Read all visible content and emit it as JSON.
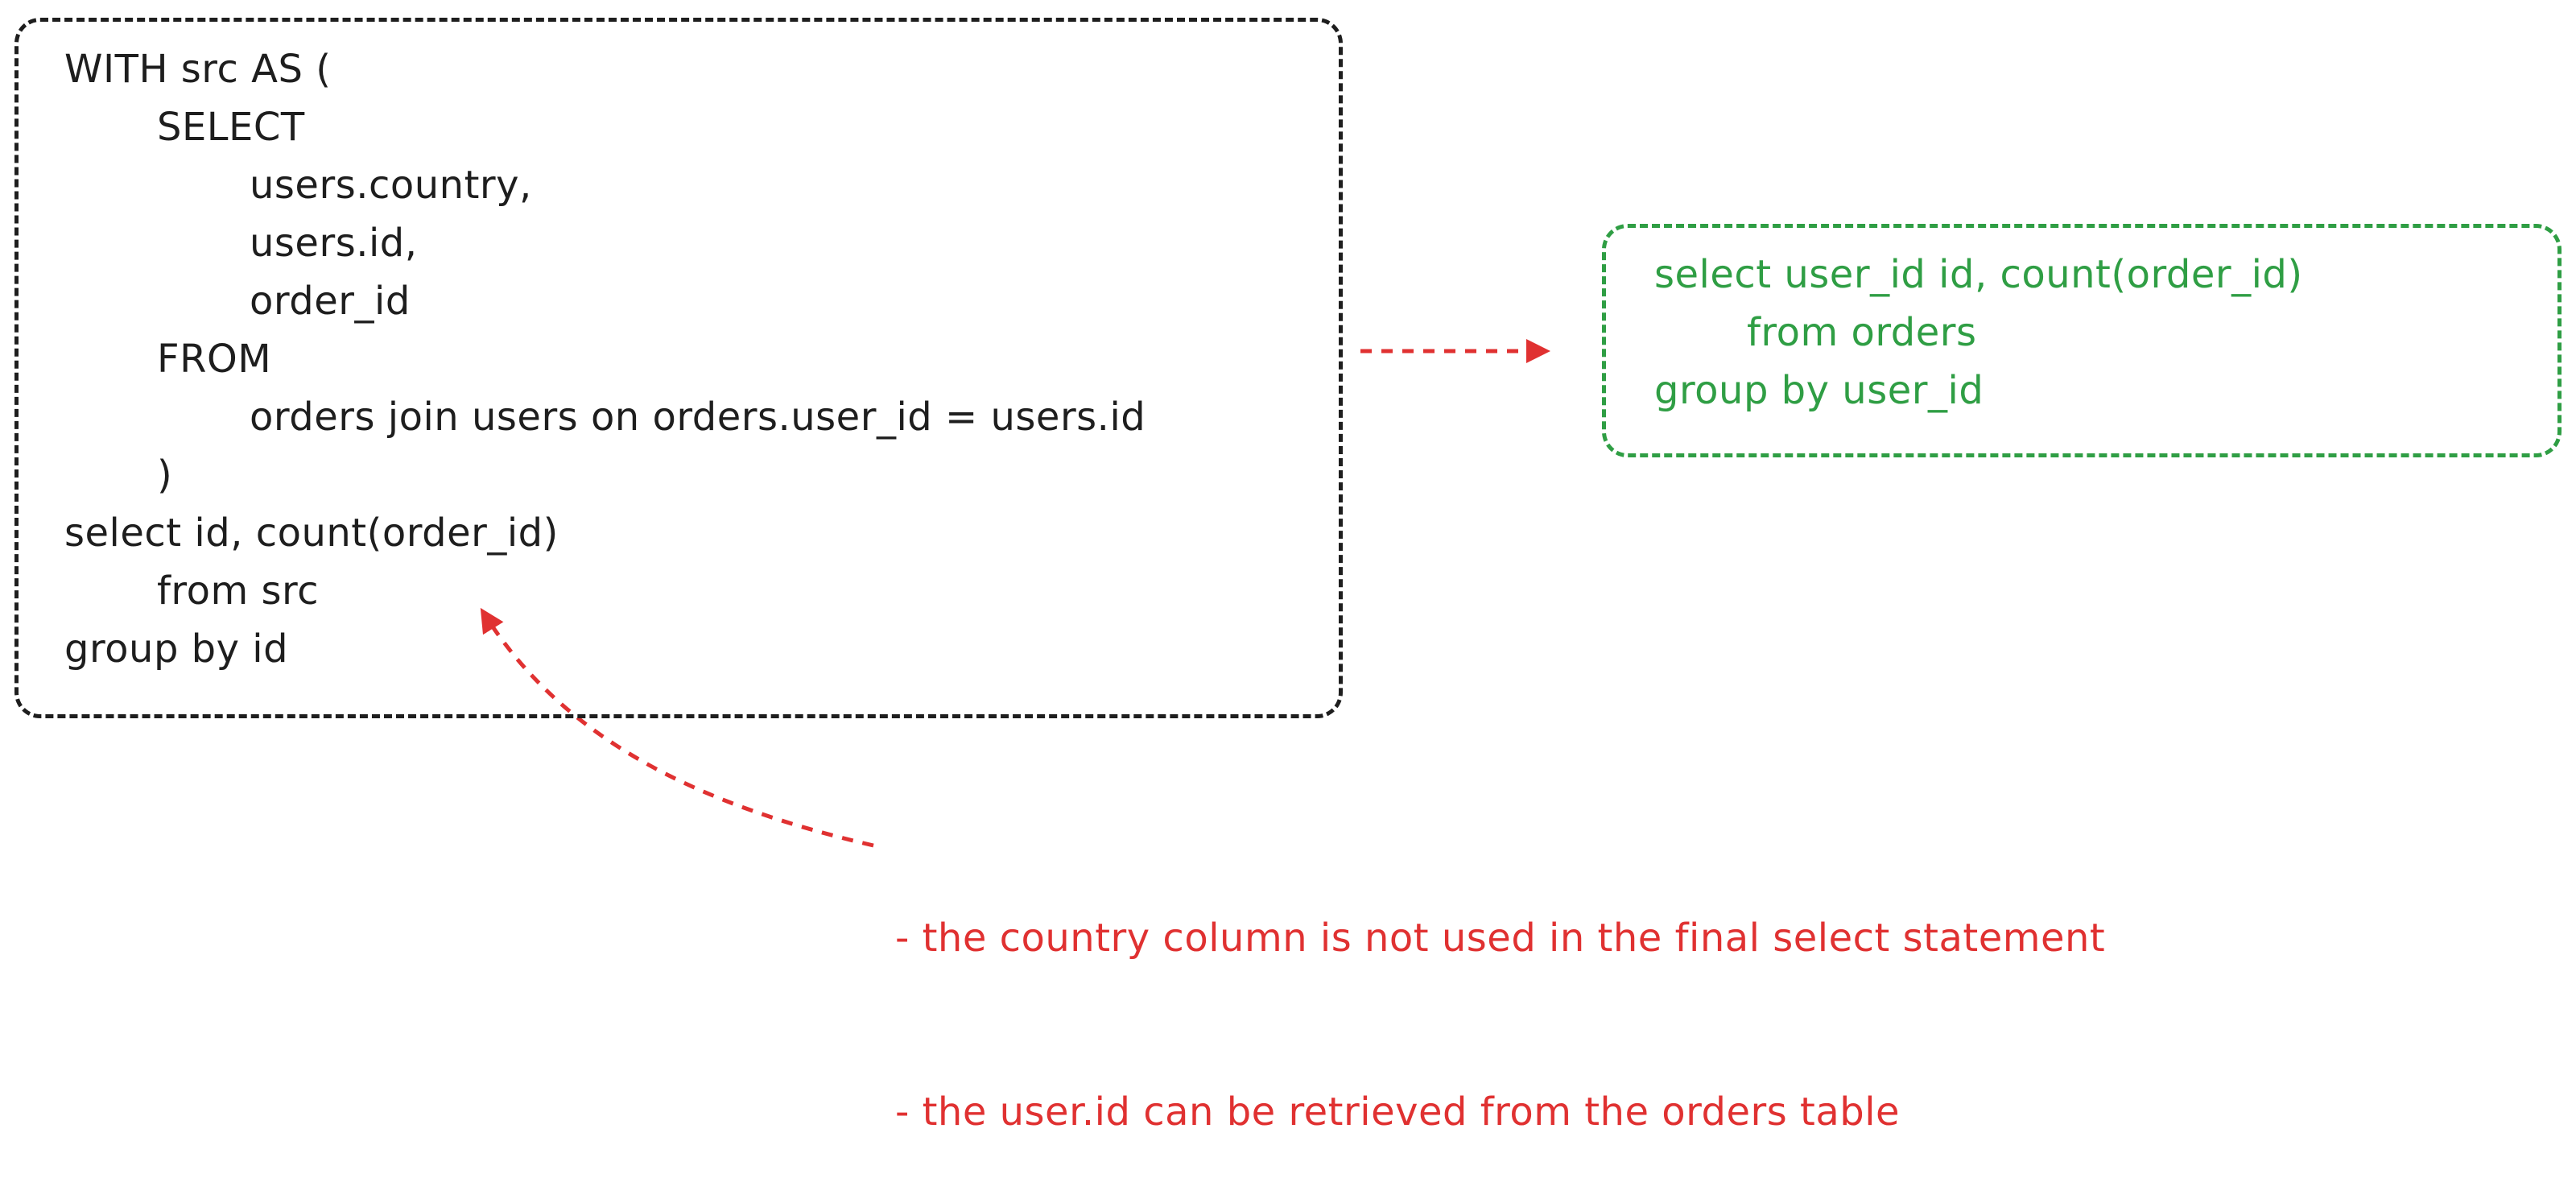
{
  "original_query": {
    "lines": [
      {
        "indent": 0,
        "text": "WITH src AS ("
      },
      {
        "indent": 1,
        "text": "SELECT"
      },
      {
        "indent": 2,
        "text": "users.country,"
      },
      {
        "indent": 2,
        "text": "users.id,"
      },
      {
        "indent": 2,
        "text": "order_id"
      },
      {
        "indent": 1,
        "text": "FROM"
      },
      {
        "indent": 2,
        "text": "orders join users on orders.user_id = users.id"
      },
      {
        "indent": 1,
        "text": ")"
      },
      {
        "indent": 0,
        "text": "select id, count(order_id)"
      },
      {
        "indent": 1,
        "text": "from src"
      },
      {
        "indent": 0,
        "text": "group by id"
      }
    ]
  },
  "optimized_query": {
    "lines": [
      {
        "indent": 0,
        "text": "select user_id id, count(order_id)"
      },
      {
        "indent": 1,
        "text": "from orders"
      },
      {
        "indent": 0,
        "text": "group by user_id"
      }
    ]
  },
  "notes": [
    "- the country column is not used in the final select statement",
    "- the user.id can be retrieved from the orders table"
  ],
  "colors": {
    "original": "#1e1e1e",
    "optimized": "#2f9e44",
    "annotation": "#e03131"
  }
}
